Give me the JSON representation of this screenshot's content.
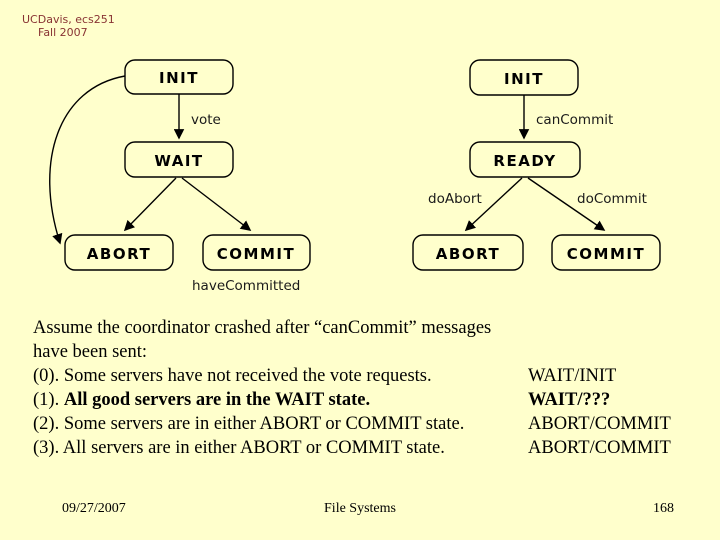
{
  "slide": {
    "background_color": "#FFFFCC",
    "header": {
      "line1": "UCDavis, ecs251",
      "line2": "Fall 2007",
      "color": "#883333"
    },
    "footer": {
      "date": "09/27/2007",
      "center": "File Systems",
      "page_number": "168"
    }
  },
  "diagram_left": {
    "states": {
      "init": "INIT",
      "wait": "WAIT",
      "abort": "ABORT",
      "commit": "COMMIT"
    },
    "labels": {
      "vote": "vote",
      "have_committed": "haveCommitted"
    }
  },
  "diagram_right": {
    "states": {
      "init": "INIT",
      "ready": "READY",
      "abort": "ABORT",
      "commit": "COMMIT"
    },
    "labels": {
      "can_commit": "canCommit",
      "do_abort": "doAbort",
      "do_commit": "doCommit"
    }
  },
  "body_text": {
    "line1": "Assume the coordinator crashed after “canCommit” messages",
    "line2": "have been sent:",
    "item0": "(0). Some servers have not received the vote requests.",
    "item1_prefix": "(1). ",
    "item1_bold": "All good servers are in the WAIT state.",
    "item2": "(2). Some servers are in either ABORT or COMMIT state.",
    "item3": "(3). All servers are in either ABORT or COMMIT state."
  },
  "side_answers": {
    "a0": "WAIT/INIT",
    "a1": "WAIT/???",
    "a2": "ABORT/COMMIT",
    "a3": "ABORT/COMMIT"
  }
}
